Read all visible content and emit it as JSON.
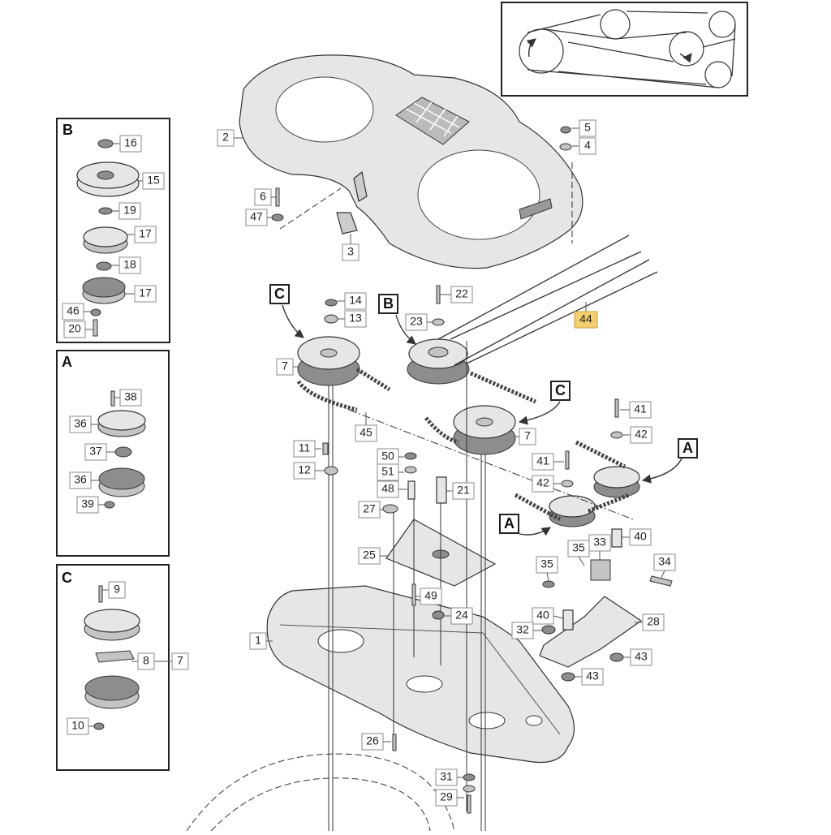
{
  "diagram": {
    "insets": {
      "B": "B",
      "A": "A",
      "C": "C"
    },
    "callouts": {
      "c1": "1",
      "c2": "2",
      "c3": "3",
      "c4": "4",
      "c5": "5",
      "c6": "6",
      "c7a": "7",
      "c7b": "7",
      "c7c": "7",
      "c8": "8",
      "c9": "9",
      "c10": "10",
      "c11": "11",
      "c12": "12",
      "c13": "13",
      "c14": "14",
      "c15": "15",
      "c16": "16",
      "c17a": "17",
      "c17b": "17",
      "c18": "18",
      "c19": "19",
      "c20": "20",
      "c21": "21",
      "c22": "22",
      "c23": "23",
      "c24": "24",
      "c25": "25",
      "c26": "26",
      "c27": "27",
      "c28": "28",
      "c29": "29",
      "c31": "31",
      "c32": "32",
      "c33": "33",
      "c34": "34",
      "c35a": "35",
      "c35b": "35",
      "c36a": "36",
      "c36b": "36",
      "c37": "37",
      "c38": "38",
      "c39": "39",
      "c40a": "40",
      "c40b": "40",
      "c41a": "41",
      "c41b": "41",
      "c42a": "42",
      "c42b": "42",
      "c43a": "43",
      "c43b": "43",
      "c44": "44",
      "c45": "45",
      "c46": "46",
      "c47": "47",
      "c48": "48",
      "c49": "49",
      "c50": "50",
      "c51": "51"
    },
    "pointers": {
      "C1": "C",
      "B1": "B",
      "C2": "C",
      "A1": "A",
      "A2": "A"
    },
    "highlight_color": "#f5cf6e"
  }
}
